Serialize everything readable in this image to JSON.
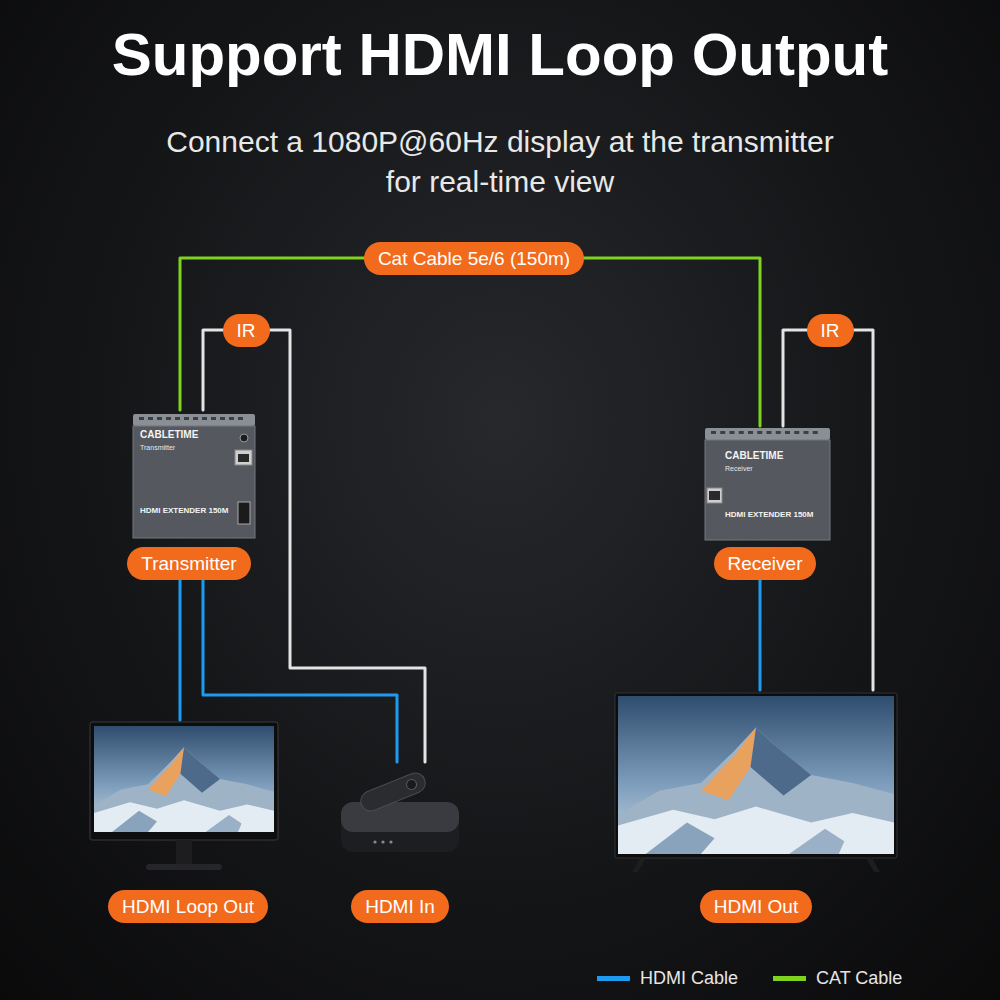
{
  "diagram": {
    "title": "Support HDMI Loop Output",
    "nodes": [
      {
        "text": [
          "Transmitter"
        ]
      },
      {
        "text": [
          "Receiver"
        ]
      },
      {
        "text": [
          "HDMI Loop Out"
        ]
      },
      {
        "text": [
          "HDMI In"
        ]
      },
      {
        "text": [
          "HDMI Out"
        ]
      }
    ],
    "edges": [
      {
        "from": 0,
        "to": 1,
        "label": "Cat Cable 5e/6 (150m)",
        "arrow": "none"
      },
      {
        "from": 0,
        "to": 3,
        "label": "IR",
        "arrow": "none"
      },
      {
        "from": 1,
        "to": 4,
        "label": "IR",
        "arrow": "none"
      },
      {
        "from": 0,
        "to": 2,
        "arrow": "none"
      },
      {
        "from": 0,
        "to": 3,
        "arrow": "none"
      },
      {
        "from": 1,
        "to": 4,
        "arrow": "none"
      }
    ],
    "labels": [
      "Connect a 1080P@60Hz display at the transmitter for real-time view",
      "CABLETIME",
      "Transmitter",
      "HDMI EXTENDER 150M",
      "CABLETIME",
      "Receiver",
      "HDMI EXTENDER 150M"
    ],
    "legend": [
      {
        "text": "HDMI Cable",
        "color": "#1e9bf0"
      },
      {
        "text": "CAT Cable",
        "color": "#7ed321"
      }
    ]
  }
}
